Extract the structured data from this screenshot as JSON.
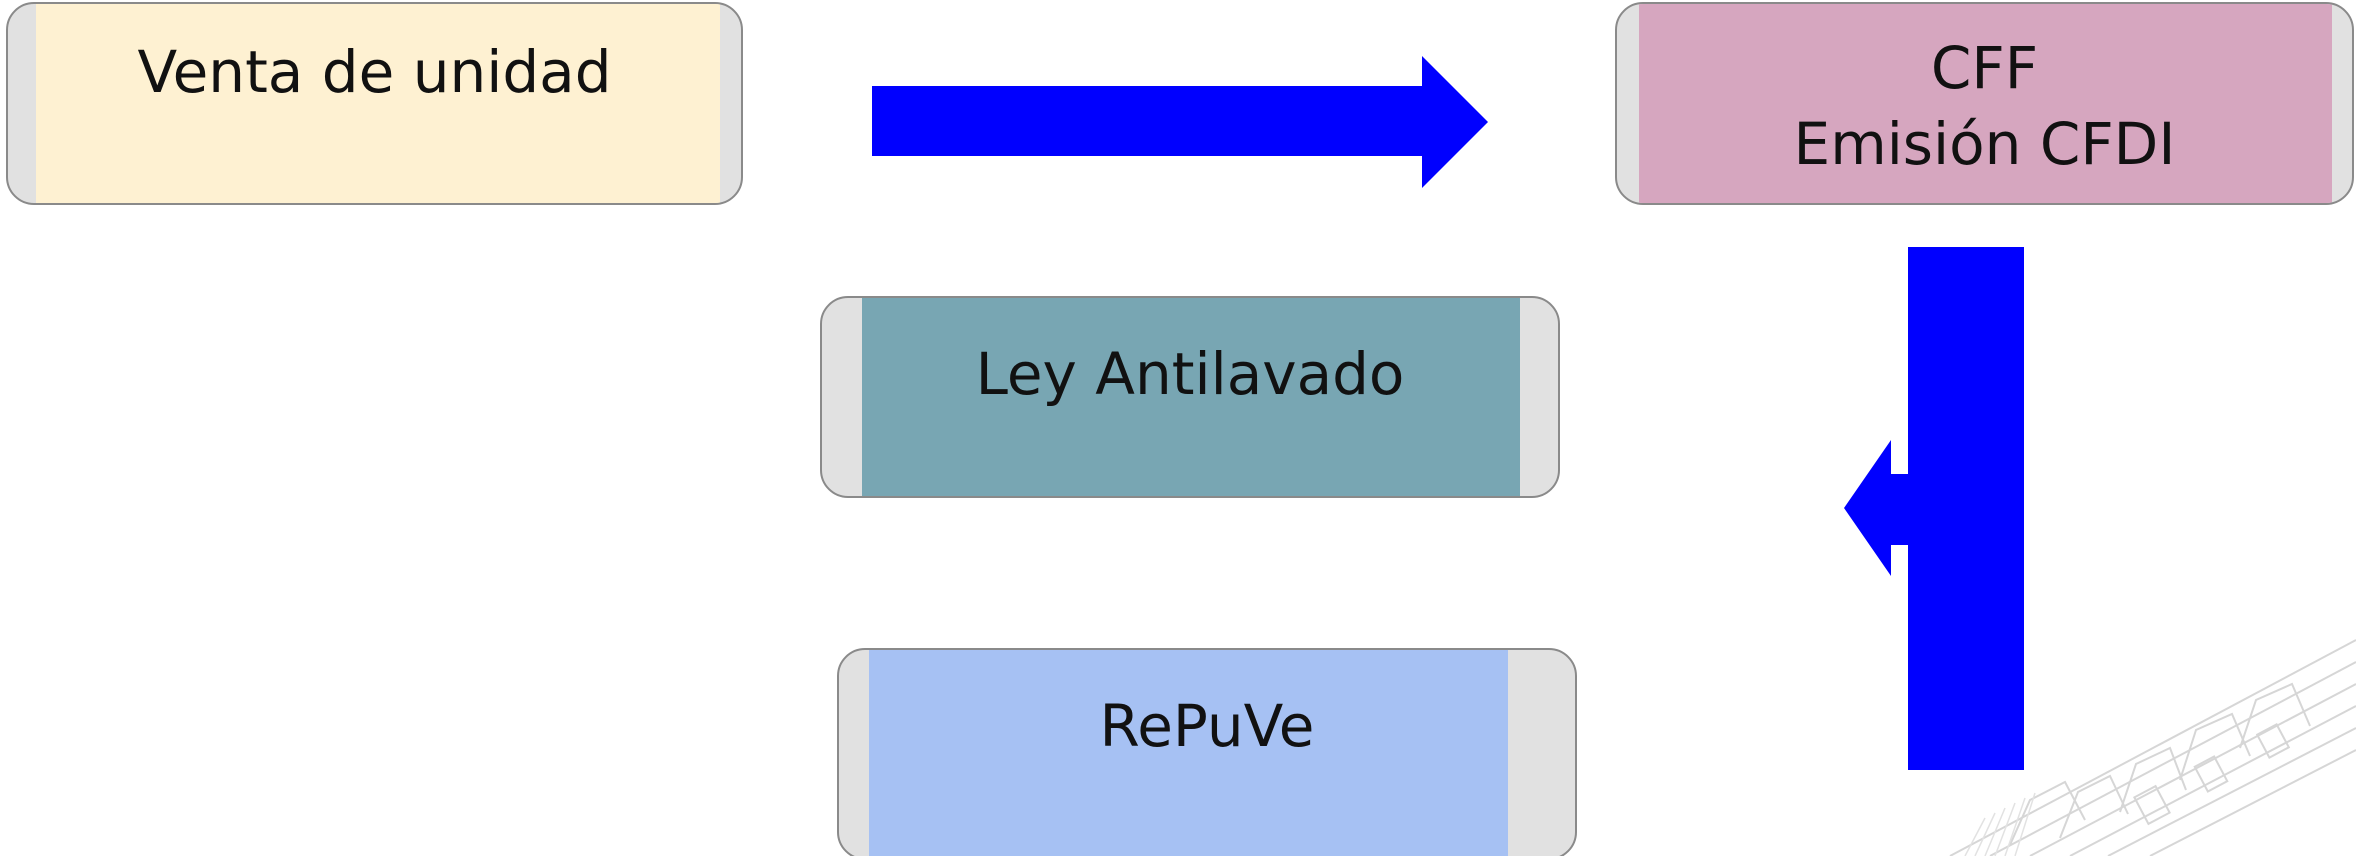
{
  "nodes": {
    "venta": {
      "lines": [
        "Venta de unidad"
      ],
      "fill_color": "#fef1d2"
    },
    "cff": {
      "lines": [
        "CFF",
        "Emisión CFDI"
      ],
      "fill_color": "#d6a6bf"
    },
    "ley": {
      "lines": [
        "Ley Antilavado"
      ],
      "fill_color": "#78a6b3"
    },
    "repuve": {
      "lines": [
        "RePuVe"
      ],
      "fill_color": "#a6c1f3"
    }
  },
  "edges": [
    {
      "from": "Venta de unidad",
      "to": "CFF"
    },
    {
      "from": "CFF",
      "to": "Ley Antilavado / RePuVe"
    }
  ],
  "colors": {
    "arrow": "#0000ff",
    "node_border": "#8a8a8a",
    "node_cap": "#e1e1e1"
  },
  "decoration": {
    "corner_graphic": "map-lines-icon"
  }
}
